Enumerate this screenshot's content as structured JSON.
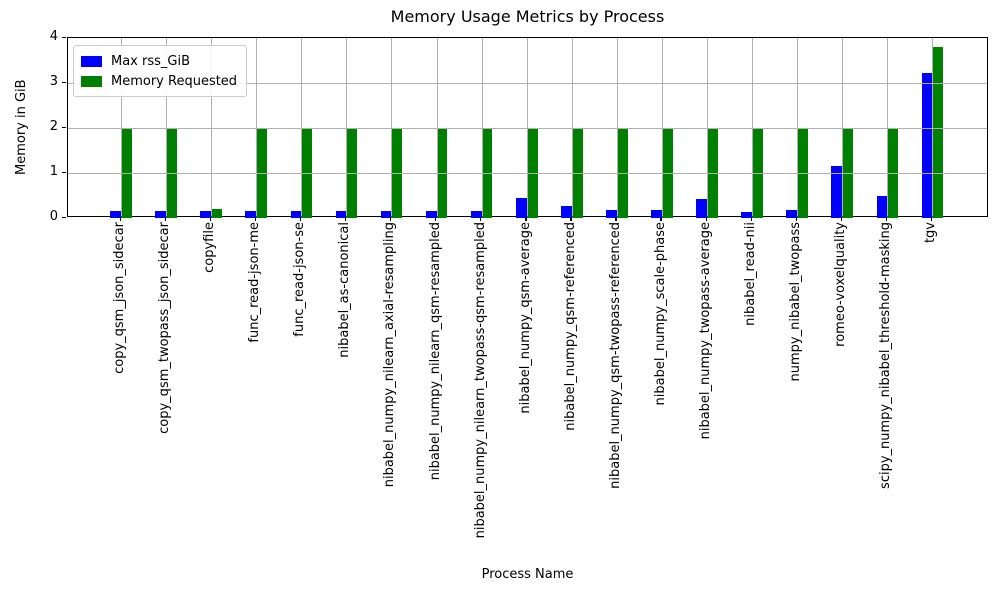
{
  "chart_data": {
    "type": "bar",
    "title": "Memory Usage Metrics by Process",
    "xlabel": "Process Name",
    "ylabel": "Memory in GiB",
    "ylim": [
      0,
      4
    ],
    "yticks": [
      0,
      1,
      2,
      3,
      4
    ],
    "grid": true,
    "grid_color": "#b0b0b0",
    "legend_position": "upper-left",
    "categories": [
      "copy_qsm_json_sidecar",
      "copy_qsm_twopass_json_sidecar",
      "copyfile",
      "func_read-json-me",
      "func_read-json-se",
      "nibabel_as-canonical",
      "nibabel_numpy_nilearn_axial-resampling",
      "nibabel_numpy_nilearn_qsm-resampled",
      "nibabel_numpy_nilearn_twopass-qsm-resampled",
      "nibabel_numpy_qsm-average",
      "nibabel_numpy_qsm-referenced",
      "nibabel_numpy_qsm-twopass-referenced",
      "nibabel_numpy_scale-phase",
      "nibabel_numpy_twopass-average",
      "nibabel_read-nii",
      "numpy_nibabel_twopass",
      "romeo-voxelquality",
      "scipy_numpy_nibabel_threshold-masking",
      "tgv"
    ],
    "series": [
      {
        "name": "Max rss_GiB",
        "color": "#0000ff",
        "values": [
          0.15,
          0.15,
          0.15,
          0.15,
          0.15,
          0.15,
          0.15,
          0.15,
          0.15,
          0.45,
          0.26,
          0.18,
          0.18,
          0.42,
          0.14,
          0.18,
          1.16,
          0.5,
          3.22
        ]
      },
      {
        "name": "Memory Requested",
        "color": "#008000",
        "values": [
          2.0,
          2.0,
          0.2,
          2.0,
          2.0,
          2.0,
          2.0,
          2.0,
          2.0,
          2.0,
          2.0,
          2.0,
          2.0,
          2.0,
          2.0,
          2.0,
          2.0,
          2.0,
          3.8
        ]
      }
    ]
  }
}
